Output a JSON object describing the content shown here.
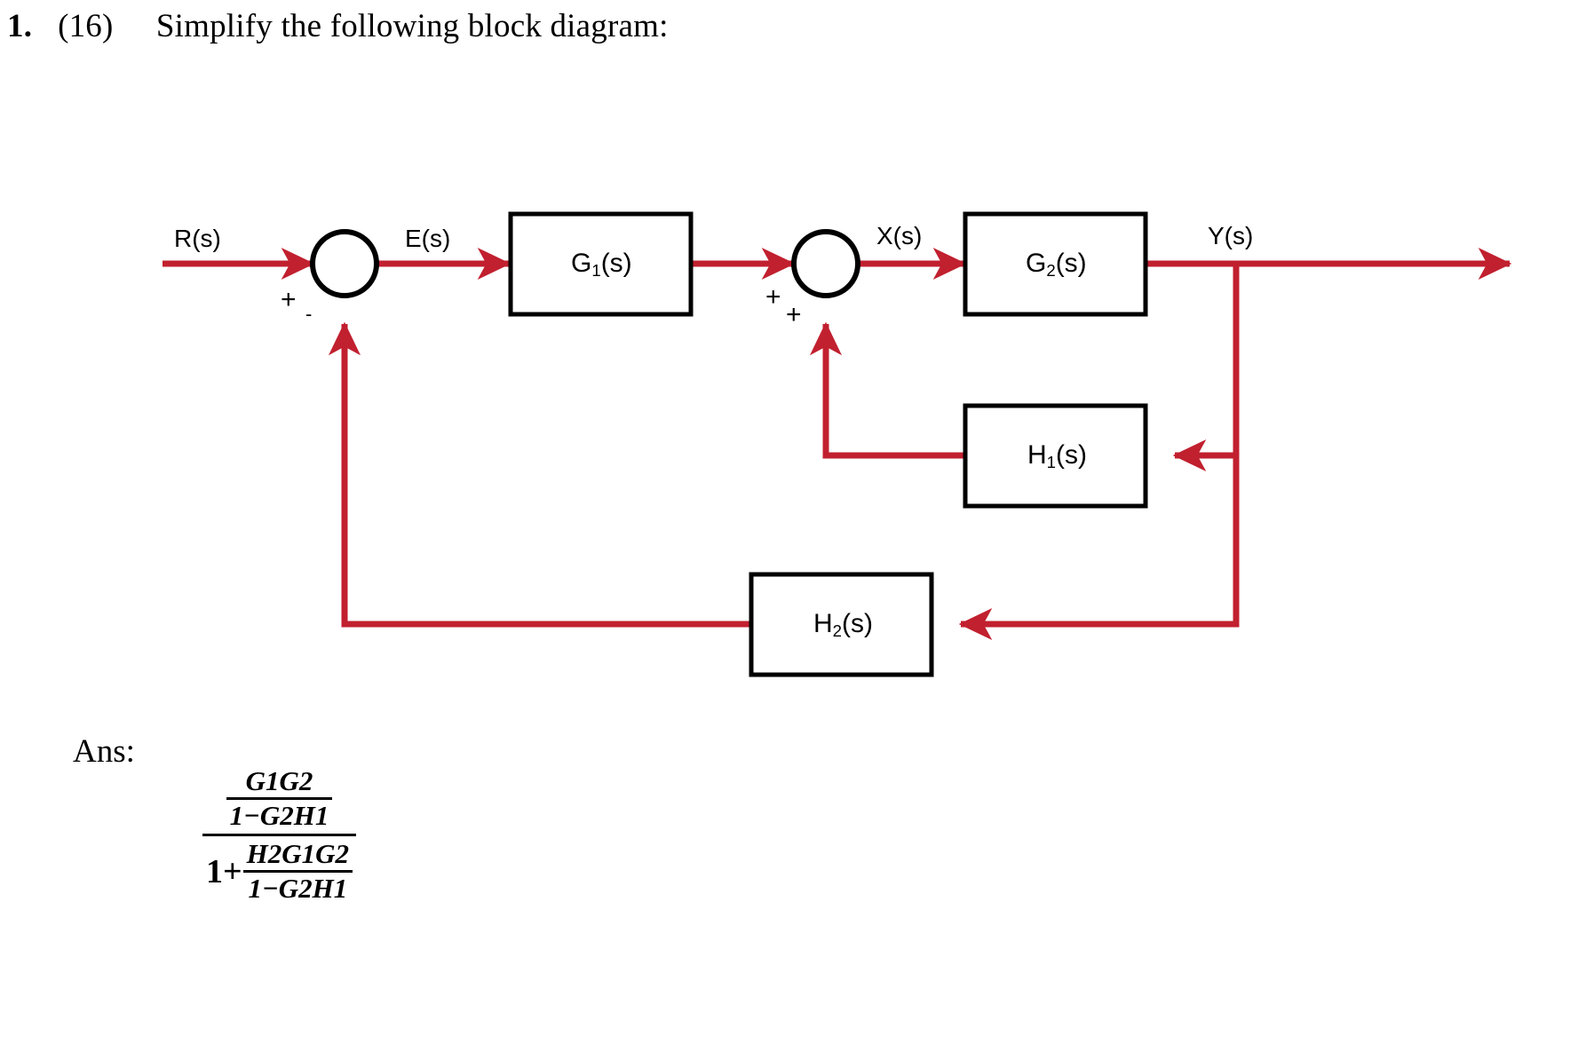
{
  "title": {
    "number": "1.",
    "points": "(16)",
    "text": "Simplify the following block diagram:"
  },
  "diagram": {
    "signals": {
      "input": "R(s)",
      "error": "E(s)",
      "mid": "X(s)",
      "output": "Y(s)"
    },
    "blocks": {
      "g1": {
        "base": "G",
        "sub": "1",
        "tail": "(s)"
      },
      "g2": {
        "base": "G",
        "sub": "2",
        "tail": "(s)"
      },
      "h1": {
        "base": "H",
        "sub": "1",
        "tail": "(s)"
      },
      "h2": {
        "base": "H",
        "sub": "2",
        "tail": "(s)"
      }
    },
    "summers": {
      "first": {
        "input_sign": "+",
        "feedback_sign": "-"
      },
      "second": {
        "input_sign": "+",
        "feedback_sign": "+"
      }
    },
    "colors": {
      "signal_line": "#c1202f",
      "block_stroke": "#000000",
      "block_fill": "#ffffff",
      "text": "#000000"
    }
  },
  "answer": {
    "label": "Ans:",
    "numerator": {
      "num": "G1G2",
      "den": "1−G2H1"
    },
    "denominator": {
      "one": "1+",
      "num": "H2G1G2",
      "den": "1−G2H1"
    }
  }
}
